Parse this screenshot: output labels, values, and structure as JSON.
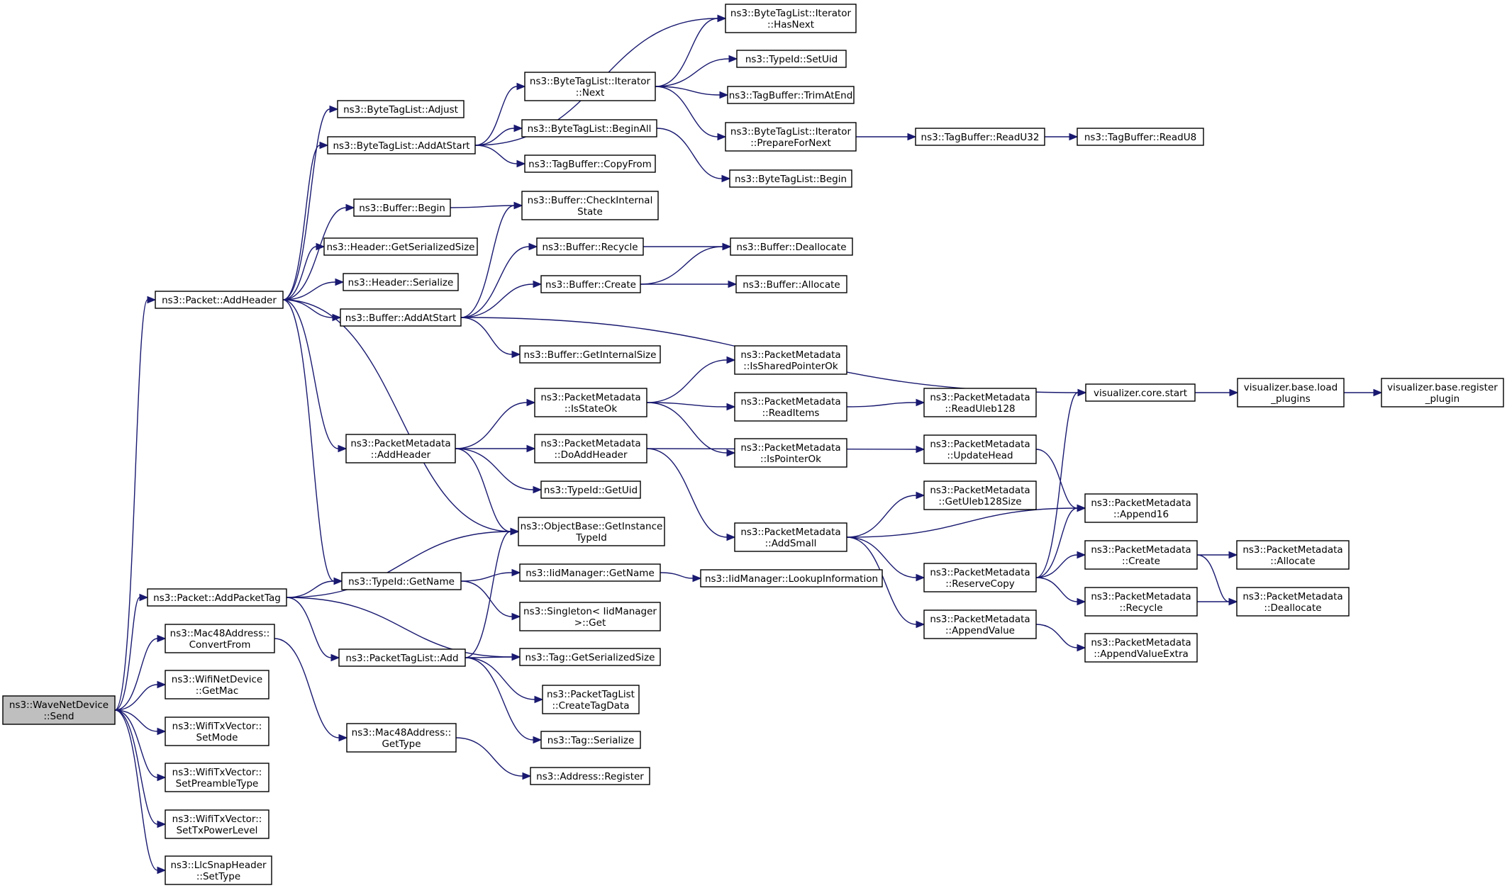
{
  "colors": {
    "edge": "#191970",
    "node_border": "#000000",
    "node_fill": "#ffffff",
    "root_fill": "#bfbfbf"
  },
  "nodes": {
    "send": [
      "ns3::WaveNetDevice",
      "::Send"
    ],
    "p_addheader": [
      "ns3::Packet::AddHeader"
    ],
    "p_addpackettag": [
      "ns3::Packet::AddPacketTag"
    ],
    "mac_convertfrom": [
      "ns3::Mac48Address::",
      "ConvertFrom"
    ],
    "wifi_getmac": [
      "ns3::WifiNetDevice",
      "::GetMac"
    ],
    "tx_setmode": [
      "ns3::WifiTxVector::",
      "SetMode"
    ],
    "tx_setpreamble": [
      "ns3::WifiTxVector::",
      "SetPreambleType"
    ],
    "tx_setpower": [
      "ns3::WifiTxVector::",
      "SetTxPowerLevel"
    ],
    "llc_settype": [
      "ns3::LlcSnapHeader",
      "::SetType"
    ],
    "btl_adjust": [
      "ns3::ByteTagList::Adjust"
    ],
    "btl_addatstart": [
      "ns3::ByteTagList::AddAtStart"
    ],
    "buf_begin": [
      "ns3::Buffer::Begin"
    ],
    "hdr_getsersize": [
      "ns3::Header::GetSerializedSize"
    ],
    "hdr_serialize": [
      "ns3::Header::Serialize"
    ],
    "buf_addatstart": [
      "ns3::Buffer::AddAtStart"
    ],
    "pm_addheader": [
      "ns3::PacketMetadata",
      "::AddHeader"
    ],
    "typeid_getname": [
      "ns3::TypeId::GetName"
    ],
    "ptl_add": [
      "ns3::PacketTagList::Add"
    ],
    "mac_gettype": [
      "ns3::Mac48Address::",
      "GetType"
    ],
    "btl_it_next": [
      "ns3::ByteTagList::Iterator",
      "::Next"
    ],
    "btl_beginall": [
      "ns3::ByteTagList::BeginAll"
    ],
    "tb_copyfrom": [
      "ns3::TagBuffer::CopyFrom"
    ],
    "buf_checkinternal": [
      "ns3::Buffer::CheckInternal",
      "State"
    ],
    "buf_recycle": [
      "ns3::Buffer::Recycle"
    ],
    "buf_create": [
      "ns3::Buffer::Create"
    ],
    "buf_getinternalsize": [
      "ns3::Buffer::GetInternalSize"
    ],
    "pm_isstateok": [
      "ns3::PacketMetadata",
      "::IsStateOk"
    ],
    "pm_doaddheader": [
      "ns3::PacketMetadata",
      "::DoAddHeader"
    ],
    "typeid_getuid": [
      "ns3::TypeId::GetUid"
    ],
    "ob_getinstancetypeid": [
      "ns3::ObjectBase::GetInstance",
      "TypeId"
    ],
    "iid_getname": [
      "ns3::IidManager::GetName"
    ],
    "singleton_get": [
      "ns3::Singleton< IidManager",
      ">::Get"
    ],
    "tag_getsersize": [
      "ns3::Tag::GetSerializedSize"
    ],
    "ptl_createtagdata": [
      "ns3::PacketTagList",
      "::CreateTagData"
    ],
    "tag_serialize": [
      "ns3::Tag::Serialize"
    ],
    "addr_register": [
      "ns3::Address::Register"
    ],
    "btl_it_hasnext": [
      "ns3::ByteTagList::Iterator",
      "::HasNext"
    ],
    "typeid_setuid": [
      "ns3::TypeId::SetUid"
    ],
    "tb_trimatend": [
      "ns3::TagBuffer::TrimAtEnd"
    ],
    "btl_it_prepare": [
      "ns3::ByteTagList::Iterator",
      "::PrepareForNext"
    ],
    "btl_begin": [
      "ns3::ByteTagList::Begin"
    ],
    "buf_deallocate": [
      "ns3::Buffer::Deallocate"
    ],
    "buf_allocate": [
      "ns3::Buffer::Allocate"
    ],
    "pm_issharedptr": [
      "ns3::PacketMetadata",
      "::IsSharedPointerOk"
    ],
    "pm_readitems": [
      "ns3::PacketMetadata",
      "::ReadItems"
    ],
    "pm_ispointerok": [
      "ns3::PacketMetadata",
      "::IsPointerOk"
    ],
    "pm_addsmall": [
      "ns3::PacketMetadata",
      "::AddSmall"
    ],
    "iid_lookupinfo": [
      "ns3::IidManager::LookupInformation"
    ],
    "tb_readu32": [
      "ns3::TagBuffer::ReadU32"
    ],
    "tb_readu8": [
      "ns3::TagBuffer::ReadU8"
    ],
    "vis_core_start": [
      "visualizer.core.start"
    ],
    "pm_readuleb128": [
      "ns3::PacketMetadata",
      "::ReadUleb128"
    ],
    "pm_updatehead": [
      "ns3::PacketMetadata",
      "::UpdateHead"
    ],
    "pm_getuleb128size": [
      "ns3::PacketMetadata",
      "::GetUleb128Size"
    ],
    "pm_reservecopy": [
      "ns3::PacketMetadata",
      "::ReserveCopy"
    ],
    "pm_appendvalue": [
      "ns3::PacketMetadata",
      "::AppendValue"
    ],
    "vis_load_plugins": [
      "visualizer.base.load",
      "_plugins"
    ],
    "vis_register_plugin": [
      "visualizer.base.register",
      "_plugin"
    ],
    "pm_append16": [
      "ns3::PacketMetadata",
      "::Append16"
    ],
    "pm_create": [
      "ns3::PacketMetadata",
      "::Create"
    ],
    "pm_recycle": [
      "ns3::PacketMetadata",
      "::Recycle"
    ],
    "pm_appendvalueextra": [
      "ns3::PacketMetadata",
      "::AppendValueExtra"
    ],
    "pm_allocate": [
      "ns3::PacketMetadata",
      "::Allocate"
    ],
    "pm_deallocate": [
      "ns3::PacketMetadata",
      "::Deallocate"
    ]
  }
}
